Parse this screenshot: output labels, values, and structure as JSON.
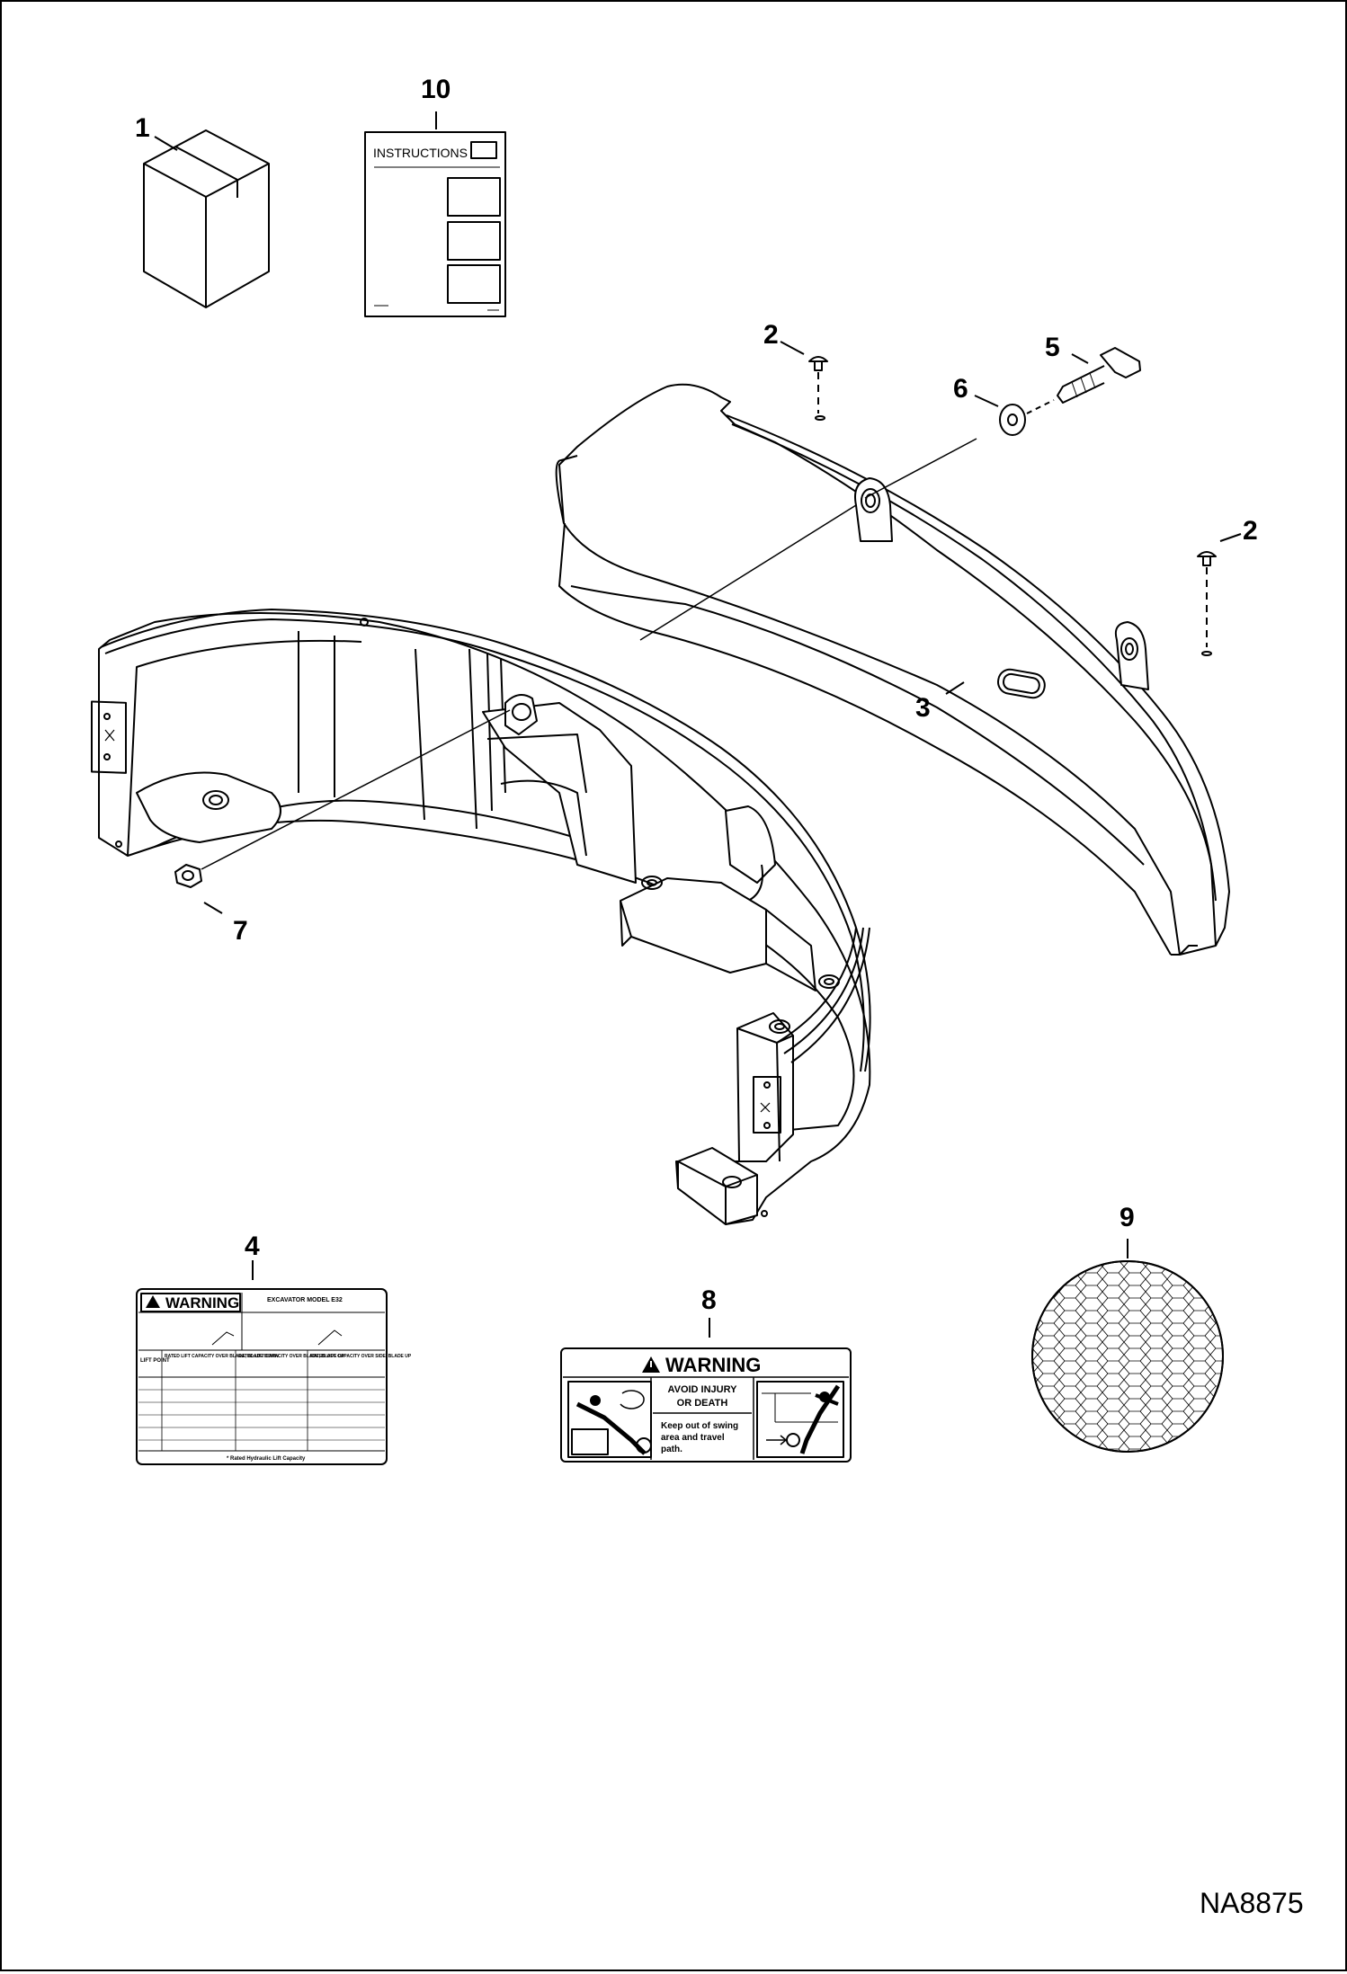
{
  "drawing_id": "NA8875",
  "callouts": [
    "1",
    "2",
    "2",
    "3",
    "4",
    "5",
    "6",
    "7",
    "8",
    "9",
    "10"
  ],
  "manual": {
    "title": "INSTRUCTIONS"
  },
  "decal_4": {
    "header": "WARNING",
    "model": "EXCAVATOR MODEL E32",
    "col_lift_point": "LIFT POINT",
    "col_blade_down": "RATED LIFT CAPACITY OVER BLADE, BLADE DOWN",
    "col_blade_up": "RATED LIFT CAPACITY OVER BLADE, BLADE UP",
    "col_side": "RATED LIFT CAPACITY OVER SIDE, BLADE UP",
    "footer": "* Rated Hydraulic Lift Capacity"
  },
  "decal_8": {
    "header": "WARNING",
    "line1": "AVOID INJURY",
    "line2": "OR DEATH",
    "text1": "Keep out of swing",
    "text2": "area and travel",
    "text3": "path."
  },
  "colors": {
    "line": "#000000",
    "fill": "#ffffff"
  }
}
